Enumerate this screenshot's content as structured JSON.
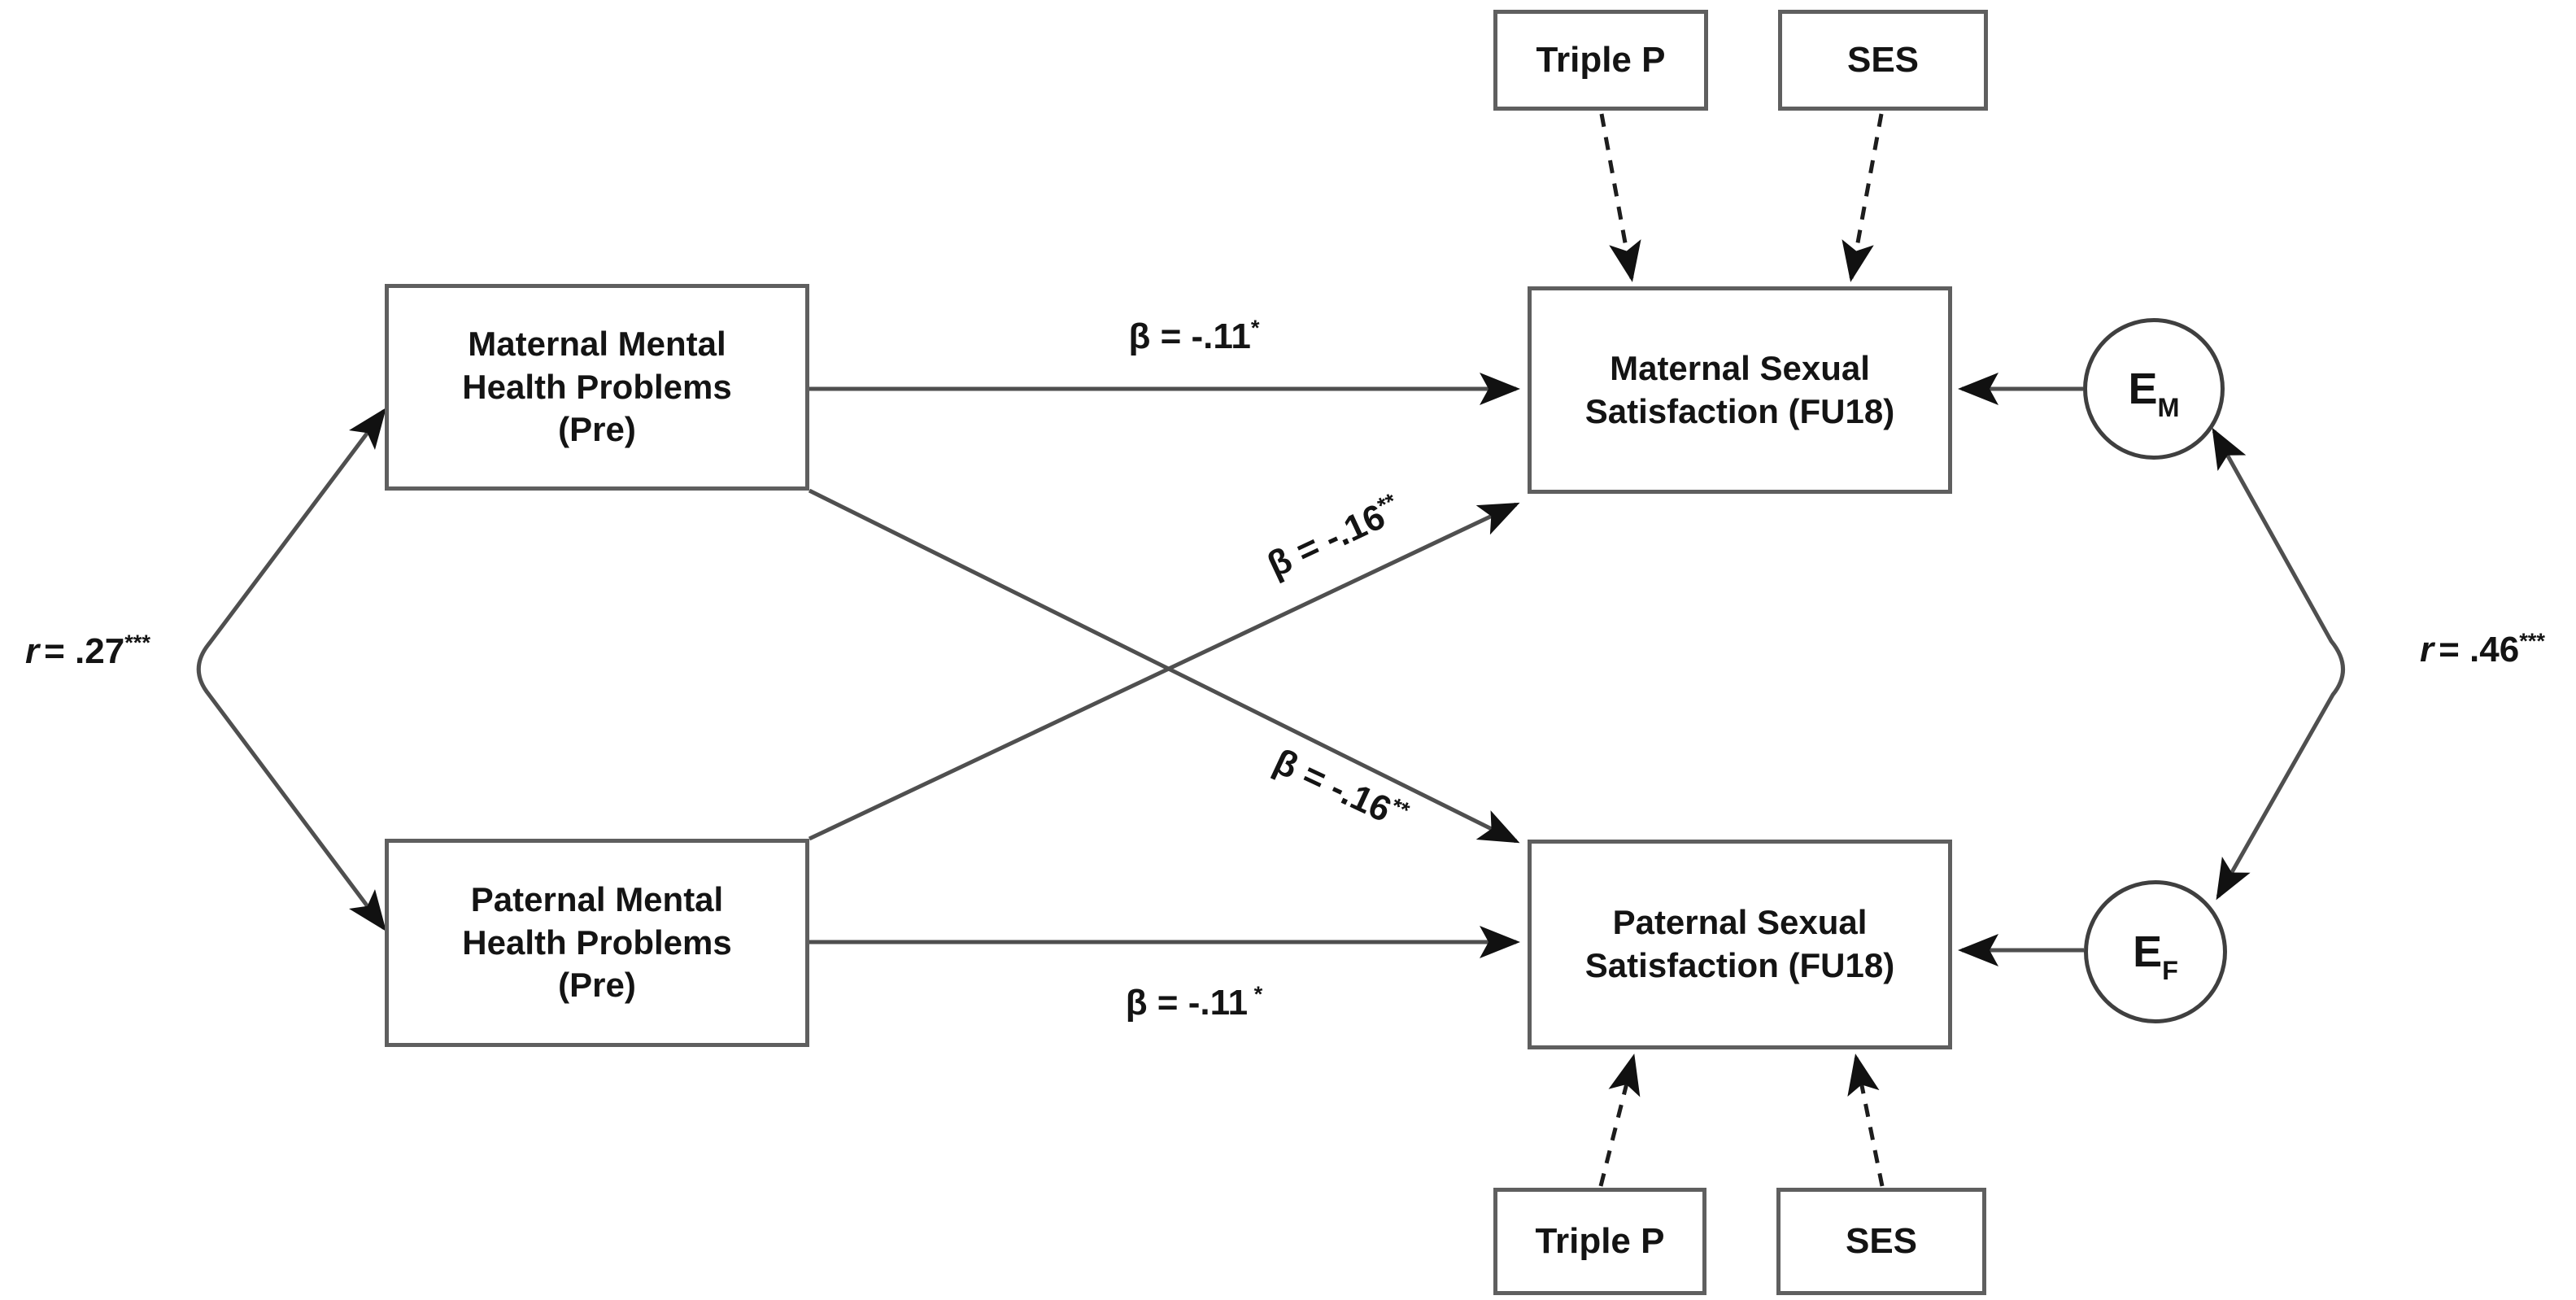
{
  "boxes": {
    "triple_p_top": {
      "label": "Triple P"
    },
    "ses_top": {
      "label": "SES"
    },
    "maternal_mh": {
      "lines": [
        "Maternal Mental",
        "Health Problems",
        "(Pre)"
      ]
    },
    "paternal_mh": {
      "lines": [
        "Paternal Mental",
        "Health Problems",
        "(Pre)"
      ]
    },
    "maternal_ss": {
      "lines": [
        "Maternal Sexual",
        "Satisfaction (FU18)"
      ]
    },
    "paternal_ss": {
      "lines": [
        "Paternal Sexual",
        "Satisfaction (FU18)"
      ]
    },
    "triple_p_bottom": {
      "label": "Triple P"
    },
    "ses_bottom": {
      "label": "SES"
    }
  },
  "errors": {
    "maternal": {
      "base": "E",
      "sub": "M"
    },
    "paternal": {
      "base": "E",
      "sub": "F"
    }
  },
  "paths": {
    "maternal_mh_to_maternal_ss": {
      "coef": "β = -.11",
      "sig": "*"
    },
    "paternal_mh_to_maternal_ss": {
      "coef": "β = -.16",
      "sig": "**"
    },
    "maternal_mh_to_paternal_ss": {
      "coef": "β = -.16",
      "sig": "**"
    },
    "paternal_mh_to_paternal_ss": {
      "coef": "β = -.11",
      "sig": " *"
    },
    "corr_predictors": {
      "var": "r",
      "value": "= .27",
      "sig": "***"
    },
    "corr_errors": {
      "var": "r",
      "value": "= .46",
      "sig": "***"
    }
  },
  "colors": {
    "line": "#4f4f4f",
    "box_border": "#5f5f5f",
    "arrowhead": "#111111",
    "text": "#141414",
    "background": "#ffffff"
  }
}
